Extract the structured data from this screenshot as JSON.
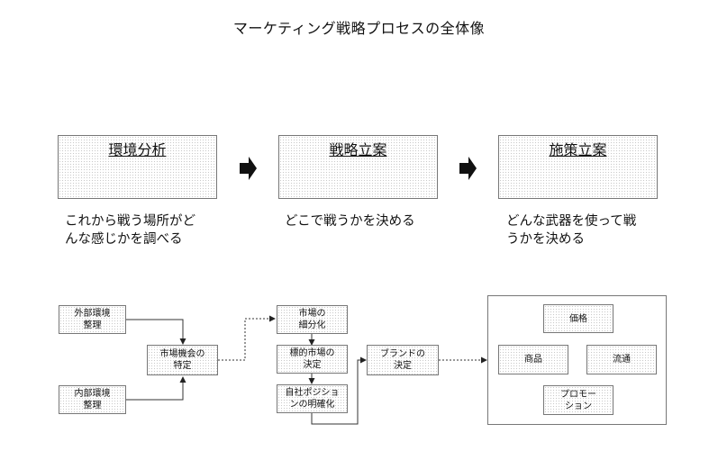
{
  "title": "マーケティング戦略プロセスの全体像",
  "phases": [
    {
      "label": "環境分析",
      "desc_line1": "これから戦う場所がど",
      "desc_line2": "んな感じかを調べる"
    },
    {
      "label": "戦略立案",
      "desc_line1": "どこで戦うかを決める",
      "desc_line2": ""
    },
    {
      "label": "施策立案",
      "desc_line1": "どんな武器を使って戦",
      "desc_line2": "うかを決める"
    }
  ],
  "flow": {
    "external": {
      "line1": "外部環境",
      "line2": "整理"
    },
    "internal": {
      "line1": "内部環境",
      "line2": "整理"
    },
    "opportunity": {
      "line1": "市場機会の",
      "line2": "特定"
    },
    "segmentation": {
      "line1": "市場の",
      "line2": "細分化"
    },
    "targeting": {
      "line1": "標的市場の",
      "line2": "決定"
    },
    "positioning": {
      "line1": "自社ポジショ",
      "line2": "ンの明確化"
    },
    "brand": {
      "line1": "ブランドの",
      "line2": "決定"
    },
    "price": "価格",
    "product": "商品",
    "distribution": "流通",
    "promotion": {
      "line1": "プロモー",
      "line2": "ション"
    }
  },
  "colors": {
    "border": "#777777",
    "line": "#333333",
    "arrow_fill": "#111111"
  }
}
